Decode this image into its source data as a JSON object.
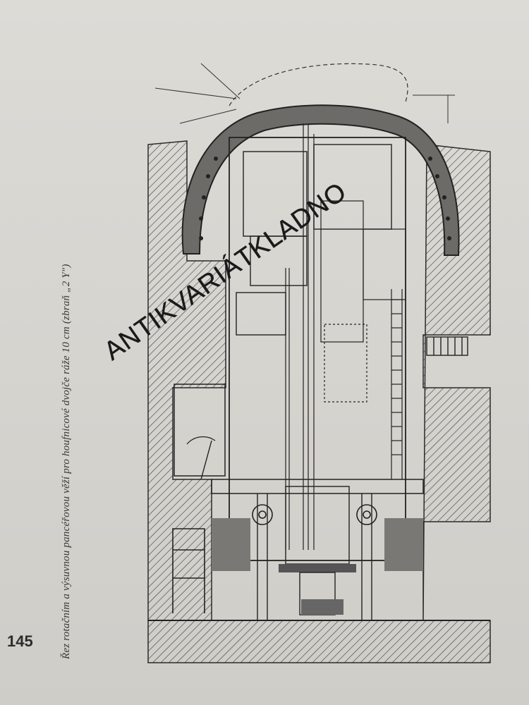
{
  "page": {
    "caption": "Řez rotačním a výsuvnou pancéřovou věží pro houfnicové dvojče ráže 10 cm (zbraň „2 Y\")",
    "page_number": "145",
    "watermark": "ANTIKVARIÁTKLADNO"
  },
  "drawing": {
    "icon": "technical-section-drawing-icon",
    "line_color": "#2a2a2a",
    "paper_color": "#d9d7d2"
  }
}
